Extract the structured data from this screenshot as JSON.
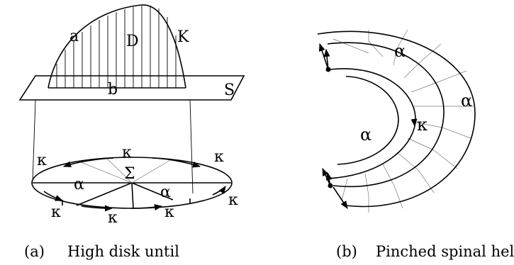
{
  "figure_a": {
    "labels": {
      "a": "a",
      "D": "D",
      "K": "K",
      "b": "b",
      "S": "S",
      "Sigma": "Σ",
      "alpha": "α",
      "kappa": "κ"
    },
    "caption": {
      "tag": "(a)",
      "text": "High disk until"
    }
  },
  "figure_b": {
    "labels": {
      "alpha": "α",
      "kappa": "κ"
    },
    "caption": {
      "tag": "(b)",
      "text": "Pinched spinal helix"
    }
  }
}
